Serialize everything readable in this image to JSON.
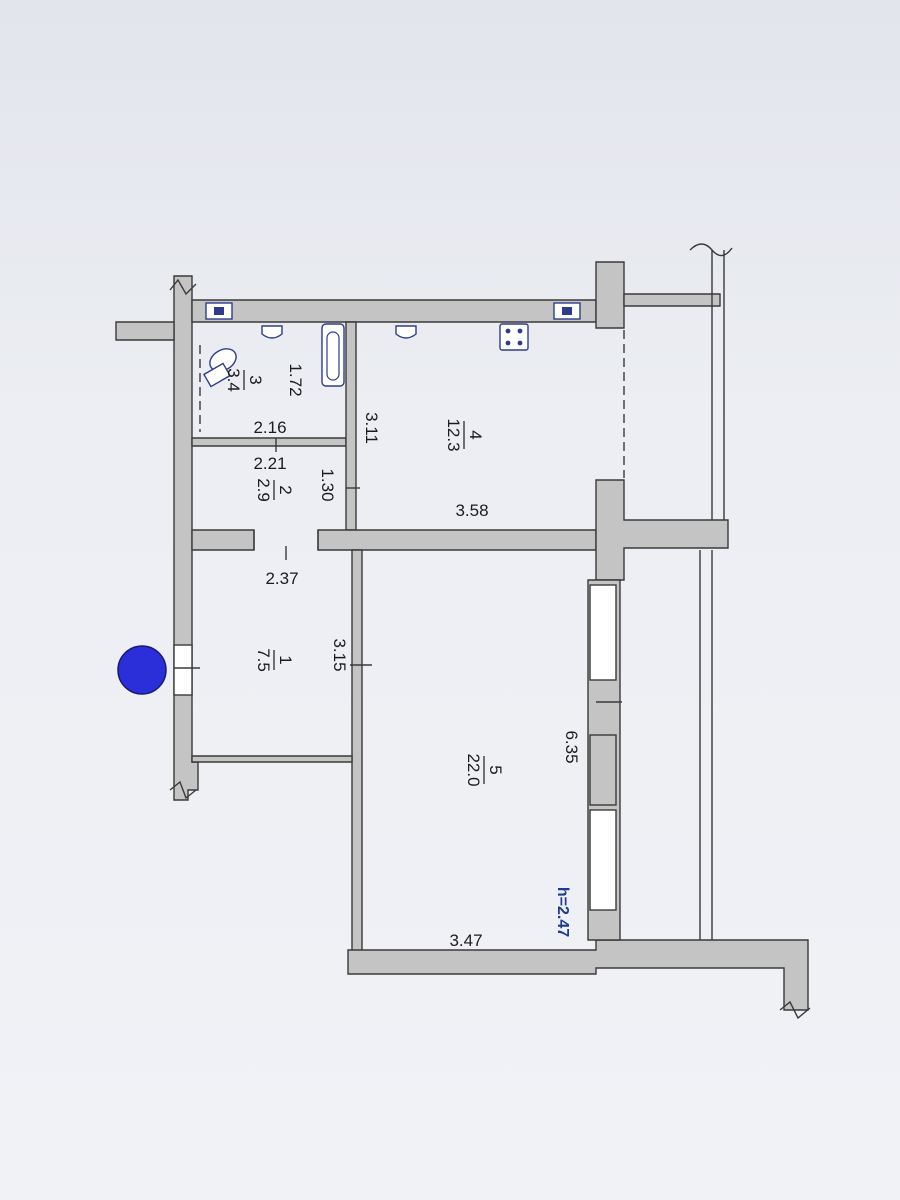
{
  "rooms": [
    {
      "id": "1",
      "number": "1",
      "area": "7.5"
    },
    {
      "id": "2",
      "number": "2",
      "area": "2.9"
    },
    {
      "id": "3",
      "number": "3",
      "area": "3.4"
    },
    {
      "id": "4",
      "number": "4",
      "area": "12.3"
    },
    {
      "id": "5",
      "number": "5",
      "area": "22.0"
    }
  ],
  "dimensions": {
    "d_172": "1.72",
    "d_216": "2.16",
    "d_221": "2.21",
    "d_130": "1.30",
    "d_311": "3.11",
    "d_358": "3.58",
    "d_237": "2.37",
    "d_315": "3.15",
    "d_635": "6.35",
    "d_347": "3.47"
  },
  "ceiling_height": "h=2.47",
  "colors": {
    "wall_fill": "#c4c4c4",
    "fixture_stroke": "#2d3d8c",
    "marker": "#2a2fd9"
  },
  "icons": {
    "marker": "blue-dot-icon",
    "bathtub": "bathtub-icon",
    "toilet": "toilet-icon",
    "stove": "stove-icon",
    "sink": "sink-icon",
    "vent": "ventilation-shaft-icon"
  }
}
